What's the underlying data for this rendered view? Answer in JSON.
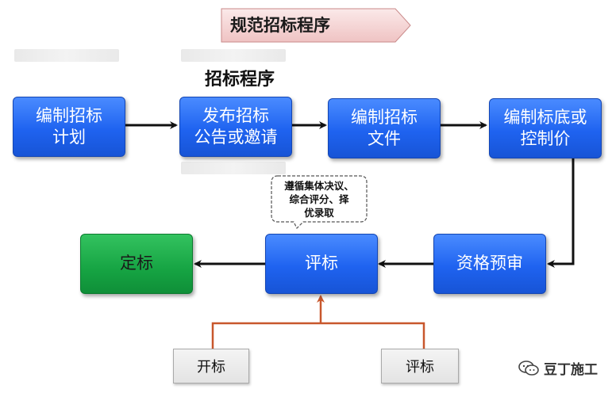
{
  "title": "规范招标程序",
  "subtitle": "招标程序",
  "steps": {
    "s1": [
      "编制招标",
      "计划"
    ],
    "s2": [
      "发布招标",
      "公告或邀请"
    ],
    "s3": [
      "编制招标",
      "文件"
    ],
    "s4": [
      "编制标底或",
      "控制价"
    ],
    "s5": [
      "资格预审"
    ],
    "s6": [
      "评标"
    ],
    "s7": [
      "定标"
    ]
  },
  "callout": [
    "遵循集体决议、",
    "综合评分、择",
    "优录取"
  ],
  "inputs": {
    "left": "开标",
    "right": "评标"
  },
  "watermark": "豆丁施工",
  "colors": {
    "box_blue": "#1f63f0",
    "box_green": "#16a443",
    "arrow_black": "#111111",
    "arrow_orange": "#c8572c",
    "banner_fill": "#f3d3d3"
  }
}
